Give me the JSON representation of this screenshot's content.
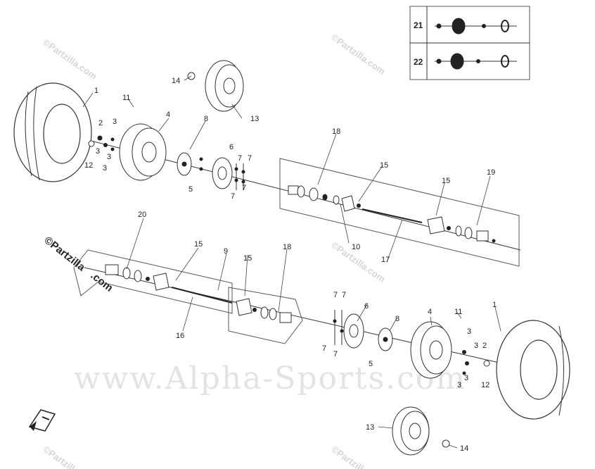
{
  "diagram": {
    "callouts_upper": [
      "1",
      "2",
      "3",
      "3",
      "3",
      "3",
      "4",
      "5",
      "6",
      "7",
      "7",
      "7",
      "7",
      "8",
      "10",
      "11",
      "12",
      "13",
      "14",
      "15",
      "15",
      "17",
      "18",
      "19"
    ],
    "callouts_lower": [
      "1",
      "2",
      "3",
      "3",
      "3",
      "3",
      "4",
      "5",
      "6",
      "7",
      "7",
      "7",
      "7",
      "8",
      "9",
      "11",
      "12",
      "13",
      "14",
      "15",
      "15",
      "16",
      "18",
      "20"
    ],
    "legend": {
      "items": [
        {
          "number": "21"
        },
        {
          "number": "22"
        }
      ]
    },
    "watermarks": {
      "main": "www.Alpha-Sports.com",
      "small": "©Partzilla.com",
      "side_top": "©Partzilla",
      "side_bottom": ".com"
    }
  },
  "labels": {
    "n1": "1",
    "n2": "2",
    "n3": "3",
    "n4": "4",
    "n5": "5",
    "n6": "6",
    "n7": "7",
    "n8": "8",
    "n9": "9",
    "n10": "10",
    "n11": "11",
    "n12": "12",
    "n13": "13",
    "n14": "14",
    "n15": "15",
    "n16": "16",
    "n17": "17",
    "n18": "18",
    "n19": "19",
    "n20": "20",
    "n21": "21",
    "n22": "22"
  }
}
